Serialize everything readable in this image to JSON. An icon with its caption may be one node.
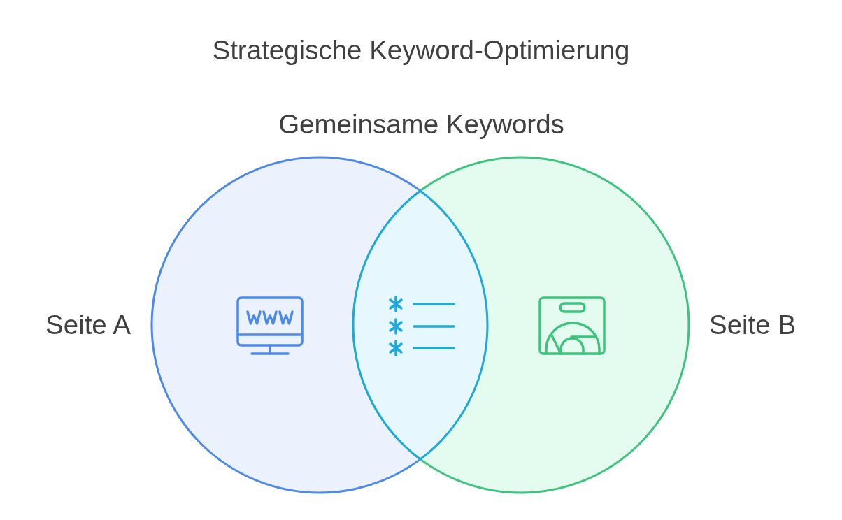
{
  "diagram": {
    "title": "Strategische Keyword-Optimierung",
    "nodes": [
      {
        "text": [
          "Seite A"
        ]
      },
      {
        "text": [
          "Seite B"
        ]
      },
      {
        "text": [
          "Gemeinsame Keywords"
        ]
      }
    ]
  }
}
